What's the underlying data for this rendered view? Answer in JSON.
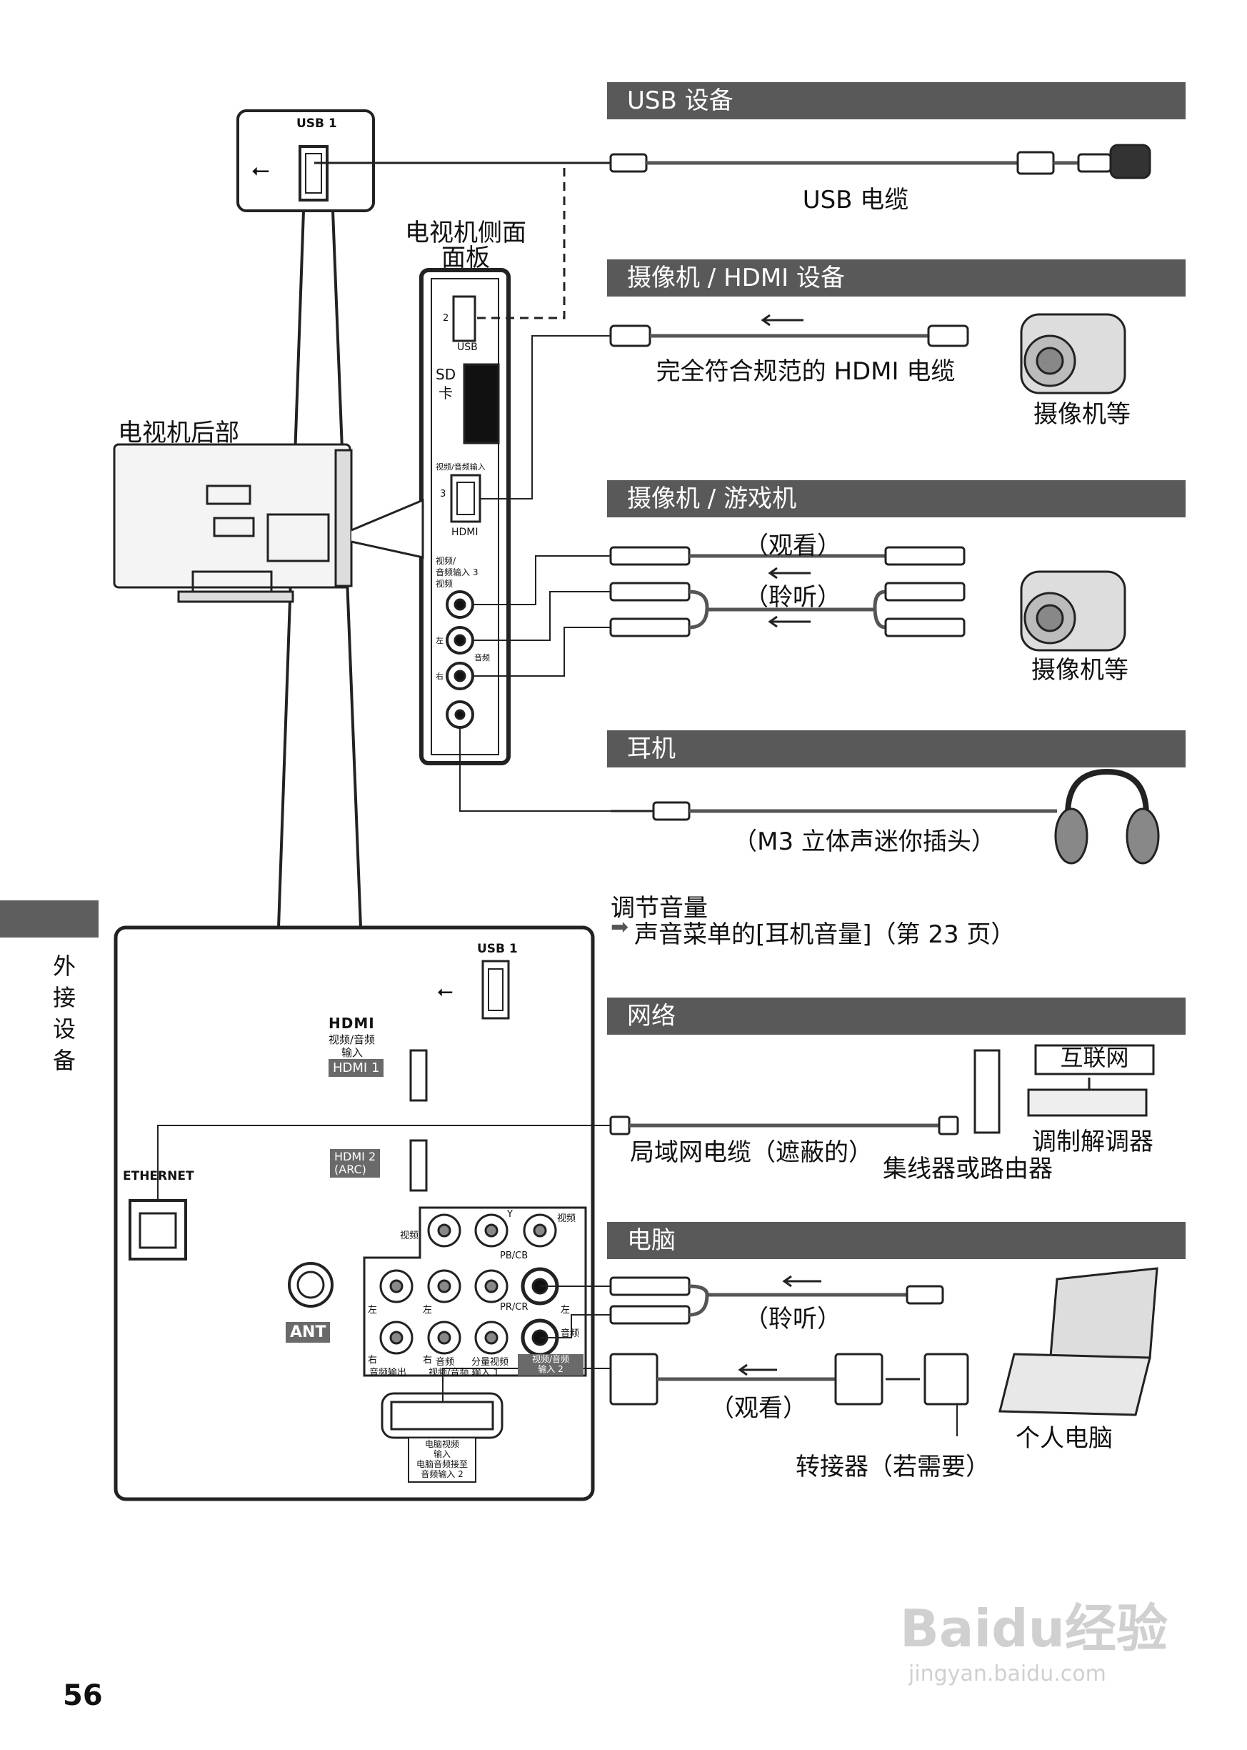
{
  "sections": {
    "usb": "USB 设备",
    "hdmi_cam": "摄像机 / HDMI 设备",
    "game": "摄像机 / 游戏机",
    "headphones": "耳机",
    "network": "网络",
    "pc": "电脑"
  },
  "labels": {
    "usb_cable": "USB 电缆",
    "tv_side_panel_1": "电视机侧面",
    "tv_side_panel_2": "面板",
    "tv_rear": "电视机后部",
    "hdmi_cable": "完全符合规范的 HDMI 电缆",
    "camcorder_etc": "摄像机等",
    "camcorder_etc_2": "摄像机等",
    "watch": "（观看）",
    "listen": "（聆听）",
    "mini_plug": "（M3 立体声迷你插头）",
    "volume_title": "调节音量",
    "volume_desc": "声音菜单的[耳机音量]（第 23 页）",
    "internet": "互联网",
    "modem": "调制解调器",
    "lan_cable": "局域网电缆（遮蔽的）",
    "hub_router": "集线器或路由器",
    "pc_listen": "（聆听）",
    "pc_watch": "（观看）",
    "adapter": "转接器（若需要）",
    "personal_pc": "个人电脑"
  },
  "side_panel": {
    "usb_num": "2",
    "usb_label": "USB",
    "sd1": "SD",
    "sd2": "卡",
    "av_in_label": "视频/音频输入",
    "hdmi_num": "3",
    "hdmi_label": "HDMI",
    "av3_label_1": "视频/",
    "av3_label_2": "音频输入 3",
    "av3_video": "视频",
    "left": "左",
    "audio": "音频",
    "right": "右"
  },
  "rear_panel": {
    "usb1_top": "USB 1",
    "usb1": "USB 1",
    "hdmi_logo": "HDMI",
    "hdmi_av_1": "视频/音频",
    "hdmi_av_2": "输入",
    "hdmi1": "HDMI 1",
    "hdmi2_1": "HDMI 2",
    "hdmi2_2": "(ARC)",
    "ethernet": "ETHERNET",
    "ant": "ANT",
    "video": "视频",
    "video2": "视频",
    "y": "Y",
    "pb": "PB/CB",
    "pr": "PR/CR",
    "left": "左",
    "right": "右",
    "left2": "左",
    "right2": "右",
    "left3": "左",
    "right3": "右",
    "audio_small": "音频",
    "component": "分量视频",
    "audio2": "音频",
    "audio_out": "音频输出",
    "av_in1": "视频/音频  输入 1",
    "av_in2_1": "视频/音频",
    "av_in2_2": "输入 2",
    "pc_label_1": "电脑视频",
    "pc_label_2": "输入",
    "pc_label_3": "电脑音频接至",
    "pc_label_4": "音频输入 2"
  },
  "side_tab": [
    "外",
    "接",
    "设",
    "备"
  ],
  "page_number": "56",
  "watermark": {
    "brand": "Baidu经验",
    "url": "jingyan.baidu.com"
  }
}
